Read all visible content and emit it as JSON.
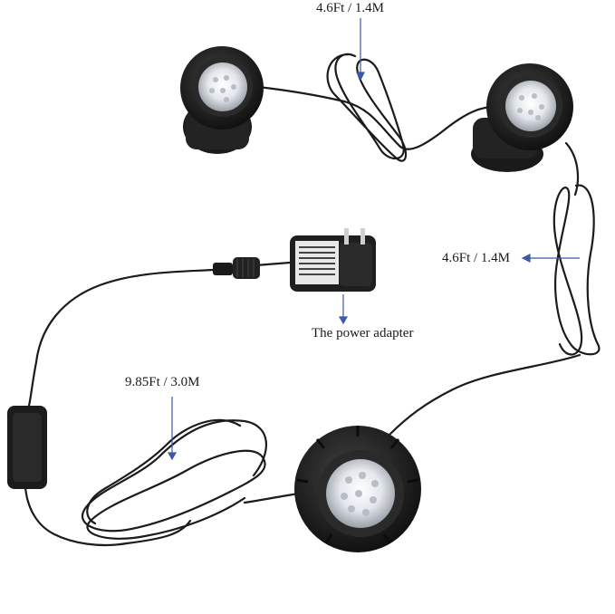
{
  "labels": {
    "cable_top": "4.6Ft / 1.4M",
    "cable_right": "4.6Ft / 1.4M",
    "power_adapter": "The power adapter",
    "main_cable": "9.85Ft / 3.0M"
  },
  "colors": {
    "background": "#ffffff",
    "cable": "#1b1b1b",
    "lamp_housing": "#222222",
    "led": "#d9dde3",
    "pointer": "#3b5aa8"
  }
}
